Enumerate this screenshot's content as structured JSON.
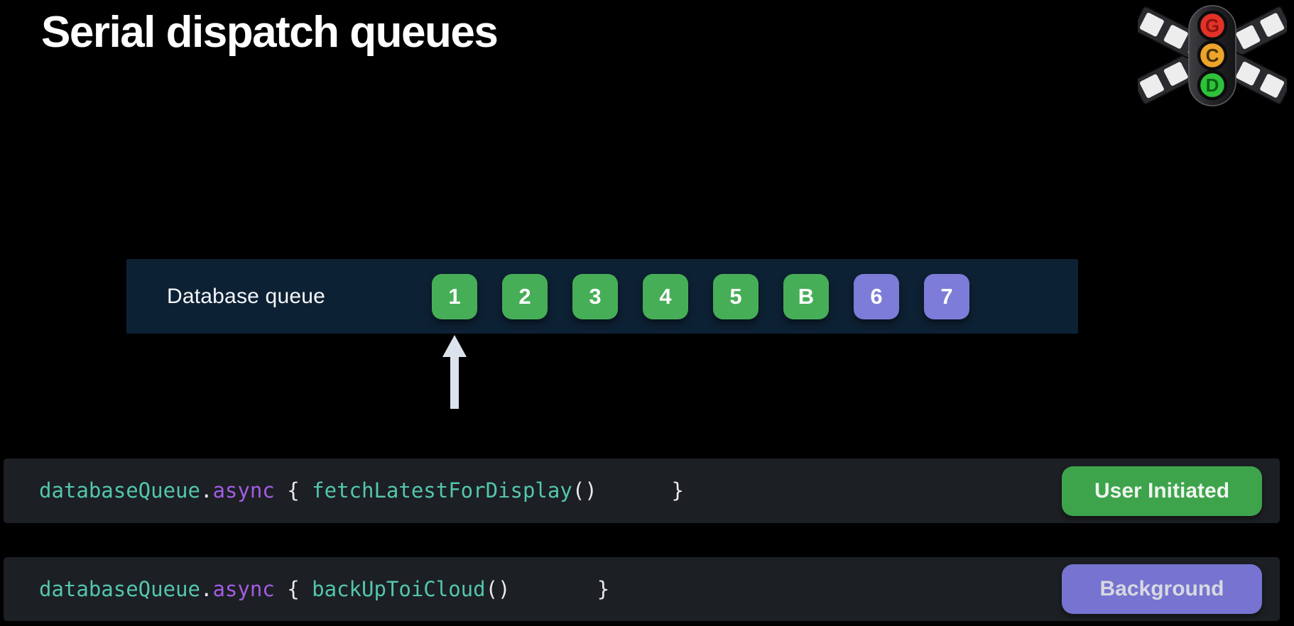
{
  "slide": {
    "title": "Serial dispatch queues"
  },
  "logo": {
    "name": "Grand Central Dispatch traffic light",
    "letters": [
      "G",
      "C",
      "D"
    ]
  },
  "queue": {
    "label": "Database queue",
    "items": [
      {
        "label": "1",
        "type": "user_initiated"
      },
      {
        "label": "2",
        "type": "user_initiated"
      },
      {
        "label": "3",
        "type": "user_initiated"
      },
      {
        "label": "4",
        "type": "user_initiated"
      },
      {
        "label": "5",
        "type": "user_initiated"
      },
      {
        "label": "B",
        "type": "user_initiated"
      },
      {
        "label": "6",
        "type": "background"
      },
      {
        "label": "7",
        "type": "background"
      }
    ]
  },
  "code_rows": [
    {
      "segments": [
        {
          "text": "databaseQueue",
          "color": "code_teal"
        },
        {
          "text": ".",
          "color": "code_plain"
        },
        {
          "text": "async",
          "color": "code_purple"
        },
        {
          "text": " { ",
          "color": "code_plain"
        },
        {
          "text": "fetchLatestForDisplay",
          "color": "code_teal"
        },
        {
          "text": "()      }",
          "color": "code_plain"
        }
      ],
      "badge": "User Initiated",
      "badge_type": "user_initiated"
    },
    {
      "segments": [
        {
          "text": "databaseQueue",
          "color": "code_teal"
        },
        {
          "text": ".",
          "color": "code_plain"
        },
        {
          "text": "async",
          "color": "code_purple"
        },
        {
          "text": " { ",
          "color": "code_plain"
        },
        {
          "text": "backUpToiCloud",
          "color": "code_teal"
        },
        {
          "text": "()       }",
          "color": "code_plain"
        }
      ],
      "badge": "Background",
      "badge_type": "background"
    }
  ],
  "colors": {
    "user_initiated": "#3da44c",
    "background": "#7674d0",
    "task_green": "#46ae56",
    "task_purple": "#7d7cd8",
    "queue_bar_bg": "#0d2134",
    "code_row_bg": "#1c1f23",
    "code_teal": "#53c6ae",
    "code_purple": "#a35ce4",
    "code_plain": "#e8e9ec",
    "arrow": "#dce3ec"
  }
}
